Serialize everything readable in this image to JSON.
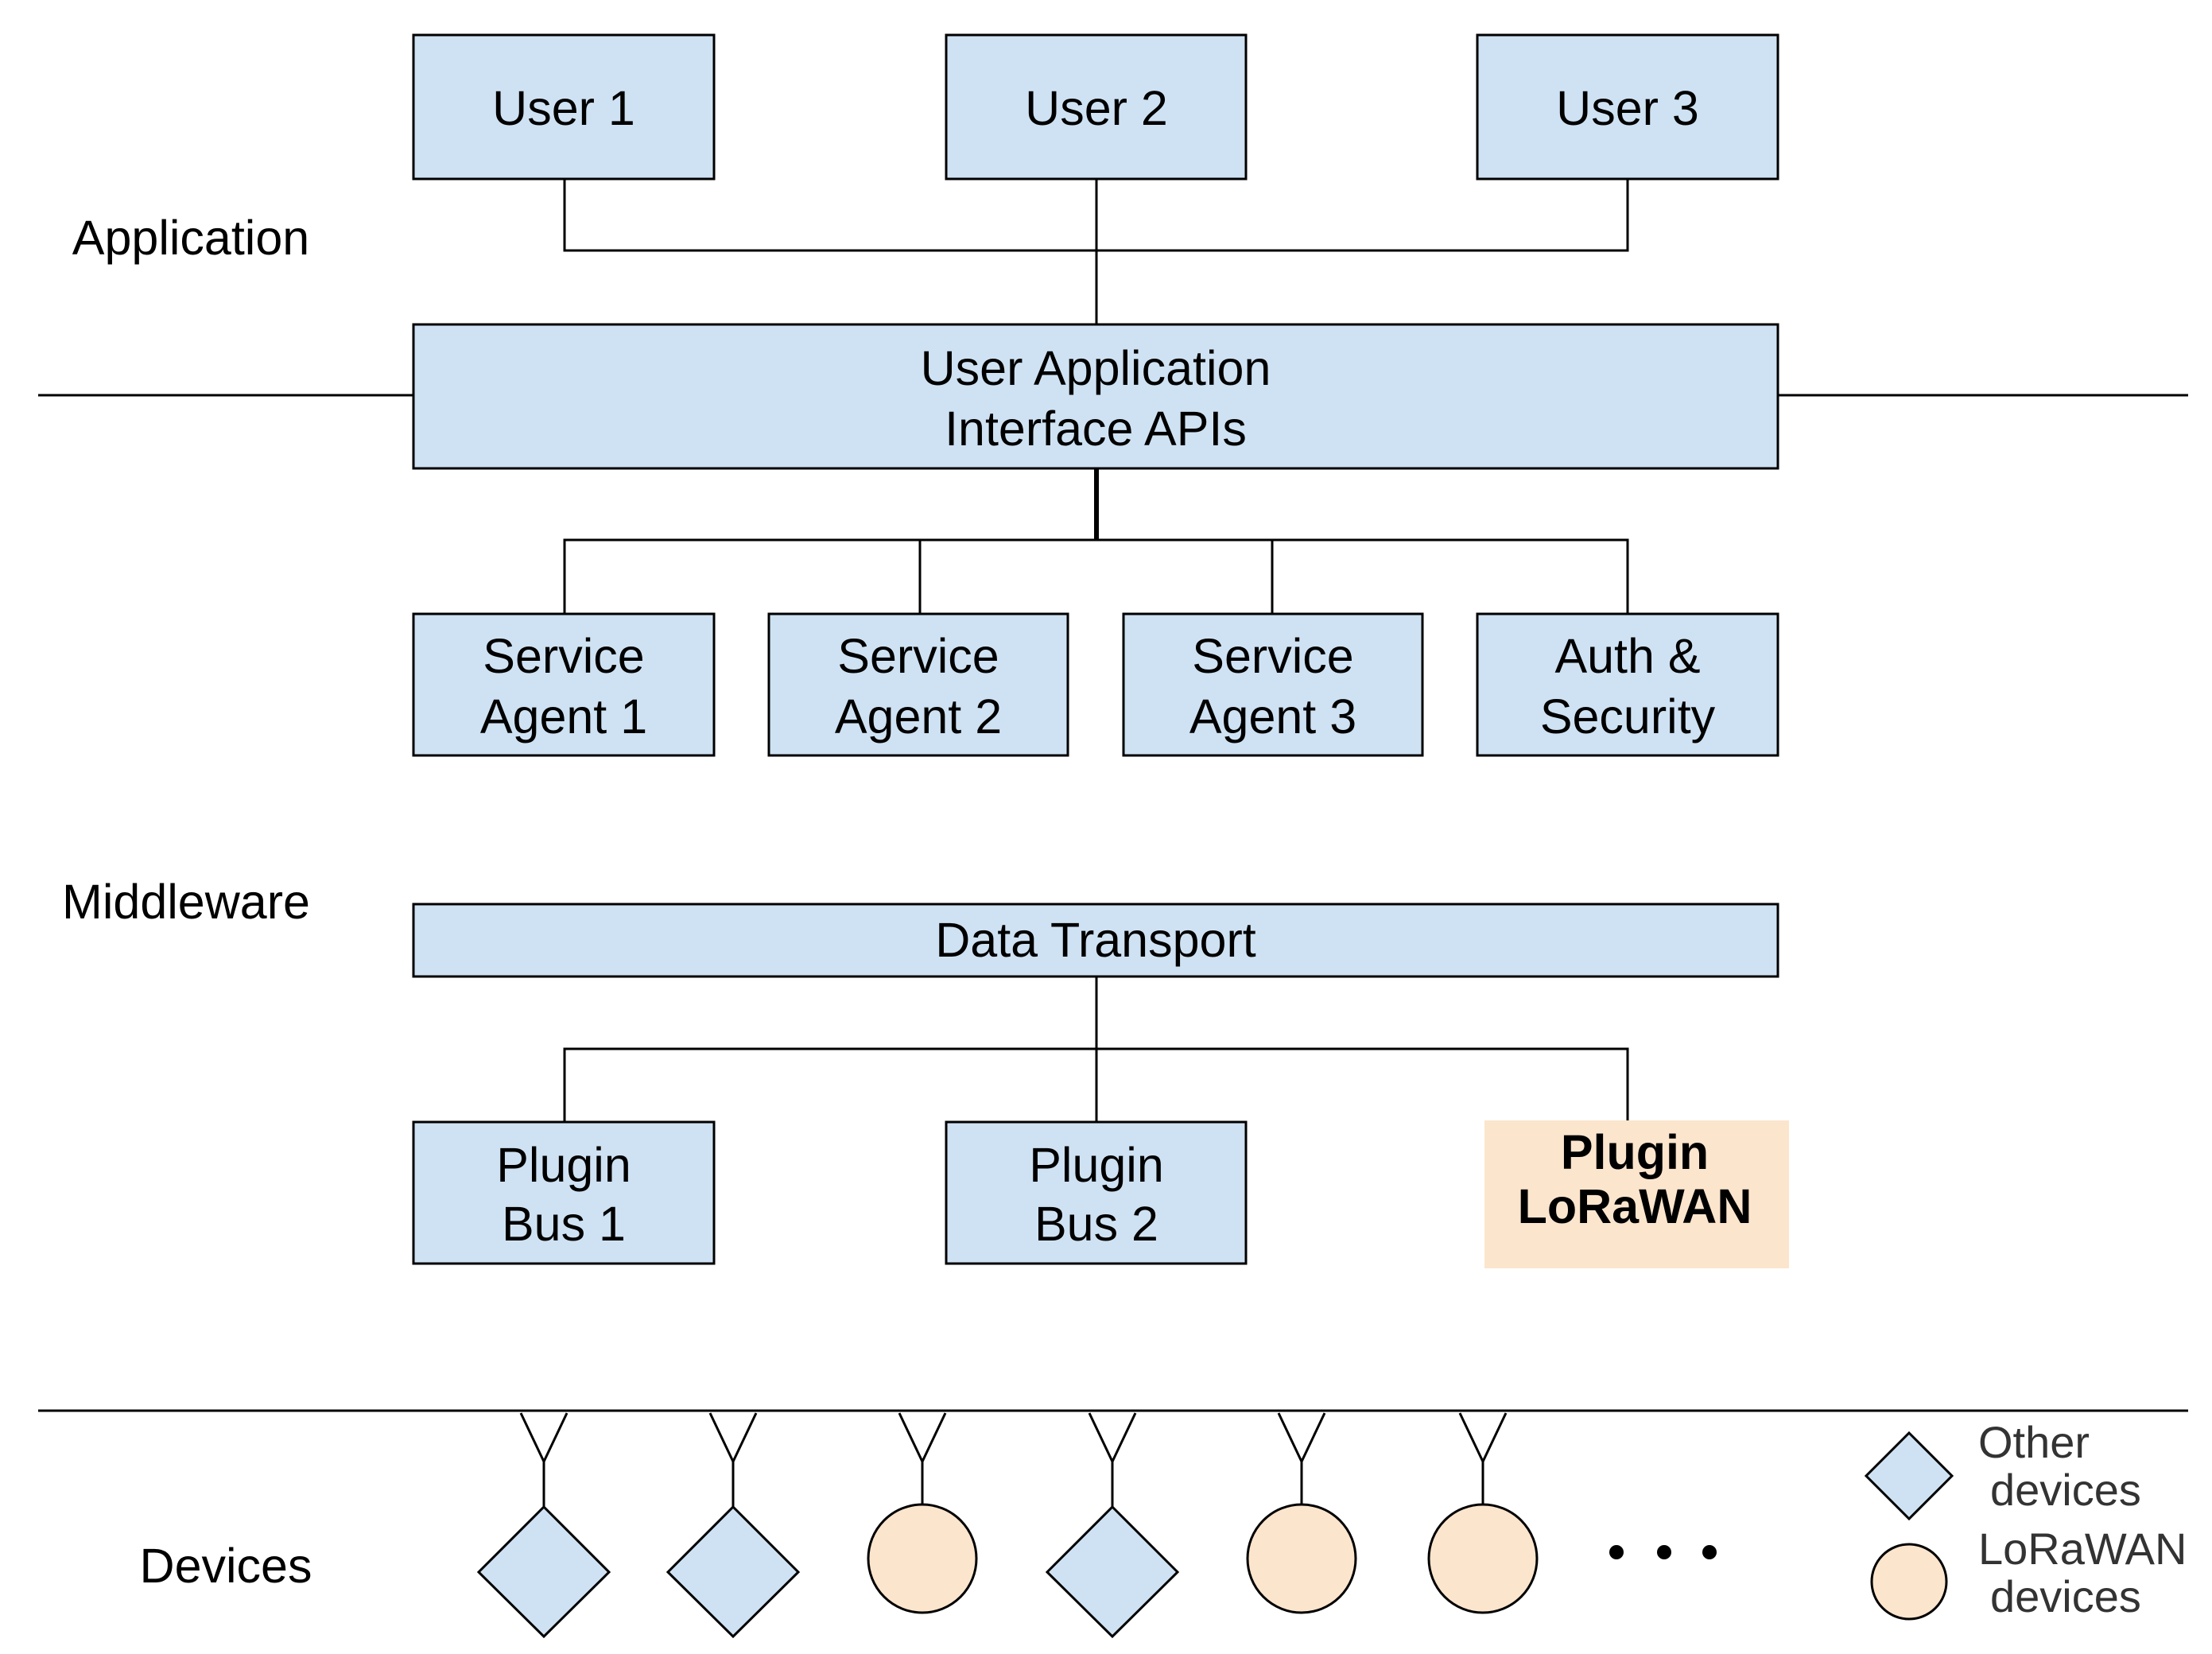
{
  "colors": {
    "box_fill": "#cfe2f3",
    "highlight_fill": "#fce5cd",
    "stroke": "#000000"
  },
  "layers": {
    "application": "Application",
    "middleware": "Middleware",
    "devices": "Devices"
  },
  "users": {
    "user1": "User 1",
    "user2": "User 2",
    "user3": "User 3"
  },
  "api": {
    "line1": "User Application",
    "line2": "Interface APIs"
  },
  "services": [
    {
      "line1": "Service",
      "line2": "Agent 1"
    },
    {
      "line1": "Service",
      "line2": "Agent 2"
    },
    {
      "line1": "Service",
      "line2": "Agent 3"
    },
    {
      "line1": "Auth &",
      "line2": "Security"
    }
  ],
  "transport": {
    "label": "Data Transport"
  },
  "plugins": [
    {
      "line1": "Plugin",
      "line2": "Bus 1"
    },
    {
      "line1": "Plugin",
      "line2": "Bus 2"
    },
    {
      "line1": "Plugin",
      "line2": "LoRaWAN"
    }
  ],
  "device_row": [
    "diamond",
    "diamond",
    "circle",
    "diamond",
    "circle",
    "circle"
  ],
  "legend": {
    "other_line1": "Other",
    "other_line2": "devices",
    "lora_line1": "LoRaWAN",
    "lora_line2": "devices"
  }
}
